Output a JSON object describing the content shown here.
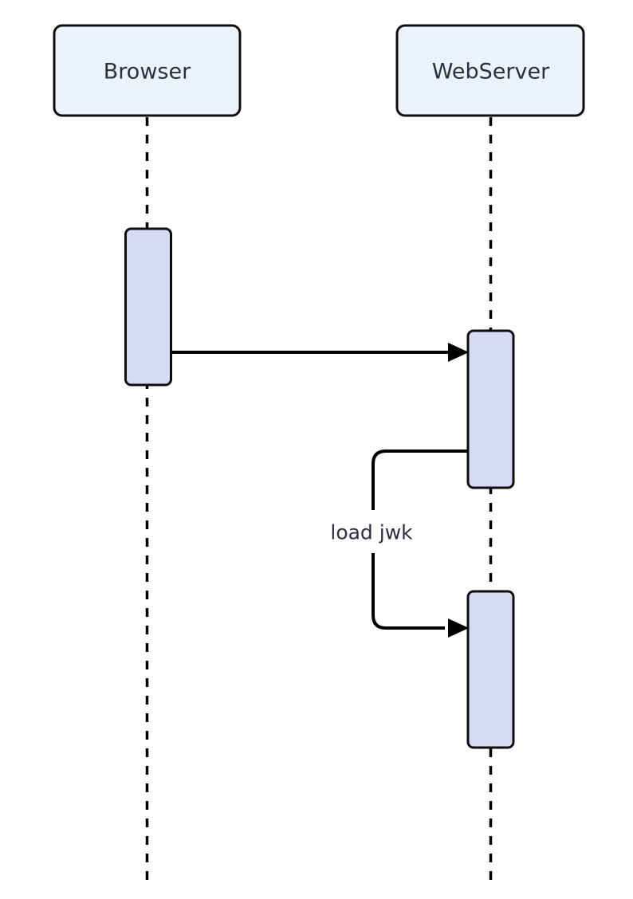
{
  "diagram_type": "sequence",
  "colors": {
    "background": "#ffffff",
    "actor_fill": "#ecf2fb",
    "actor_border": "#0d0d0d",
    "activation_fill": "#d6daf3",
    "activation_border": "#0d0d0d",
    "line": "#000000",
    "text": "#2b3040"
  },
  "actors": [
    {
      "id": "browser",
      "label": "Browser"
    },
    {
      "id": "webserver",
      "label": "WebServer"
    }
  ],
  "messages": [
    {
      "from": "browser",
      "to": "webserver",
      "label": "",
      "line": "solid",
      "arrow": "filled-triangle"
    },
    {
      "from": "webserver",
      "to": "webserver",
      "label": "load jwk",
      "line": "solid",
      "arrow": "filled-triangle"
    }
  ]
}
